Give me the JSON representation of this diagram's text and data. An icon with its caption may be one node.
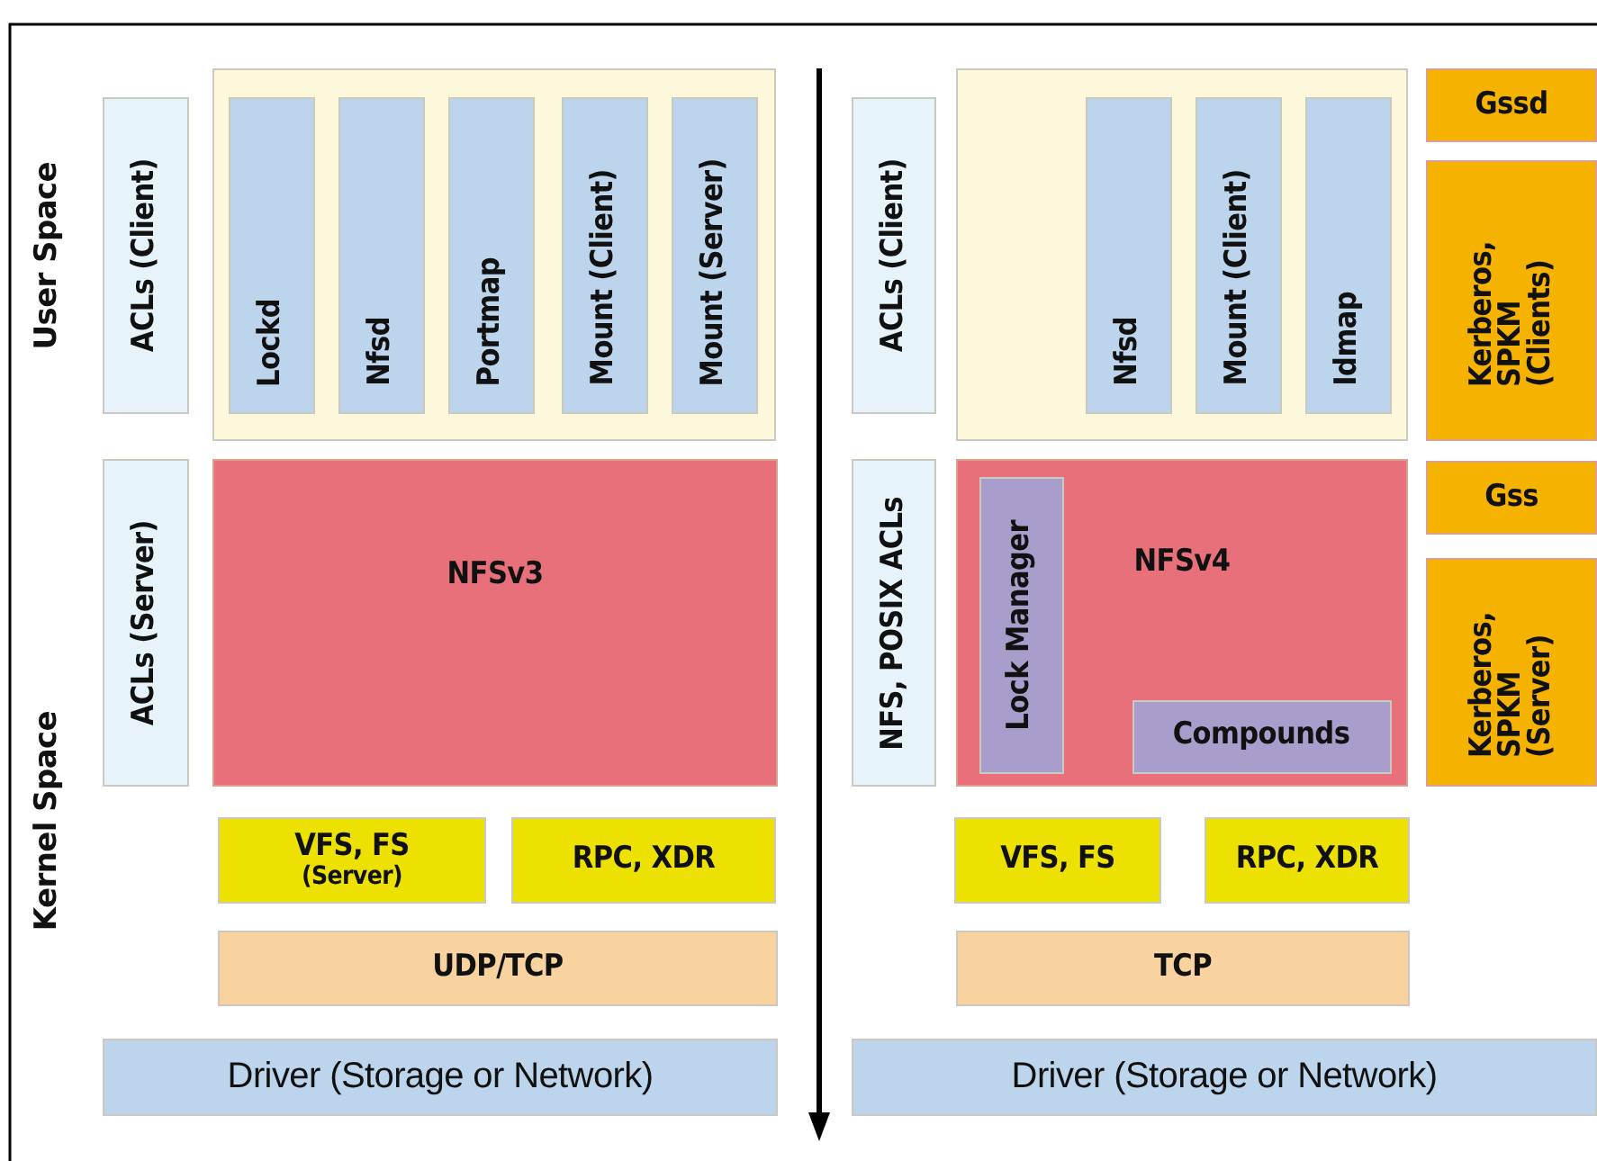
{
  "diagram": {
    "nodes": [
      {
        "text": [
          "ACLs (Client)"
        ]
      },
      {
        "text": [],
        "shape": "box"
      },
      {
        "text": [
          "Lockd"
        ],
        "in": 1
      },
      {
        "text": [
          "Nfsd"
        ],
        "in": 1
      },
      {
        "text": [
          "Portmap"
        ],
        "in": 1
      },
      {
        "text": [
          "Mount (Client)"
        ],
        "in": 1
      },
      {
        "text": [
          "Mount (Server)"
        ],
        "in": 1
      },
      {
        "text": [
          "ACLs (Server)"
        ]
      },
      {
        "text": [
          "NFSv3"
        ]
      },
      {
        "text": [
          "VFS, FS",
          "(Server)"
        ]
      },
      {
        "text": [
          "RPC, XDR"
        ]
      },
      {
        "text": [
          "UDP/TCP"
        ]
      },
      {
        "text": [
          "Driver (Storage or Network)"
        ]
      },
      {
        "text": [
          "ACLs (Client)"
        ]
      },
      {
        "text": [],
        "shape": "box"
      },
      {
        "text": [
          "Nfsd"
        ],
        "in": 14
      },
      {
        "text": [
          "Mount (Client)"
        ],
        "in": 14
      },
      {
        "text": [
          "Idmap"
        ],
        "in": 14
      },
      {
        "text": [
          "Gssd"
        ]
      },
      {
        "text": [
          "Kerberos, SPKM (Clients)"
        ]
      },
      {
        "text": [
          "NFS, POSIX ACLs"
        ]
      },
      {
        "text": [
          "NFSv4"
        ]
      },
      {
        "text": [
          "Lock Manager"
        ],
        "in": 21
      },
      {
        "text": [
          "Compounds"
        ],
        "in": 21
      },
      {
        "text": [
          "Gss"
        ]
      },
      {
        "text": [
          "Kerberos, SPKM (Server)"
        ]
      },
      {
        "text": [
          "VFS, FS"
        ]
      },
      {
        "text": [
          "RPC, XDR"
        ]
      },
      {
        "text": [
          "TCP"
        ]
      },
      {
        "text": [
          "Driver (Storage or Network)"
        ]
      }
    ],
    "labels": [
      "User Space",
      "Kernel Space"
    ]
  }
}
